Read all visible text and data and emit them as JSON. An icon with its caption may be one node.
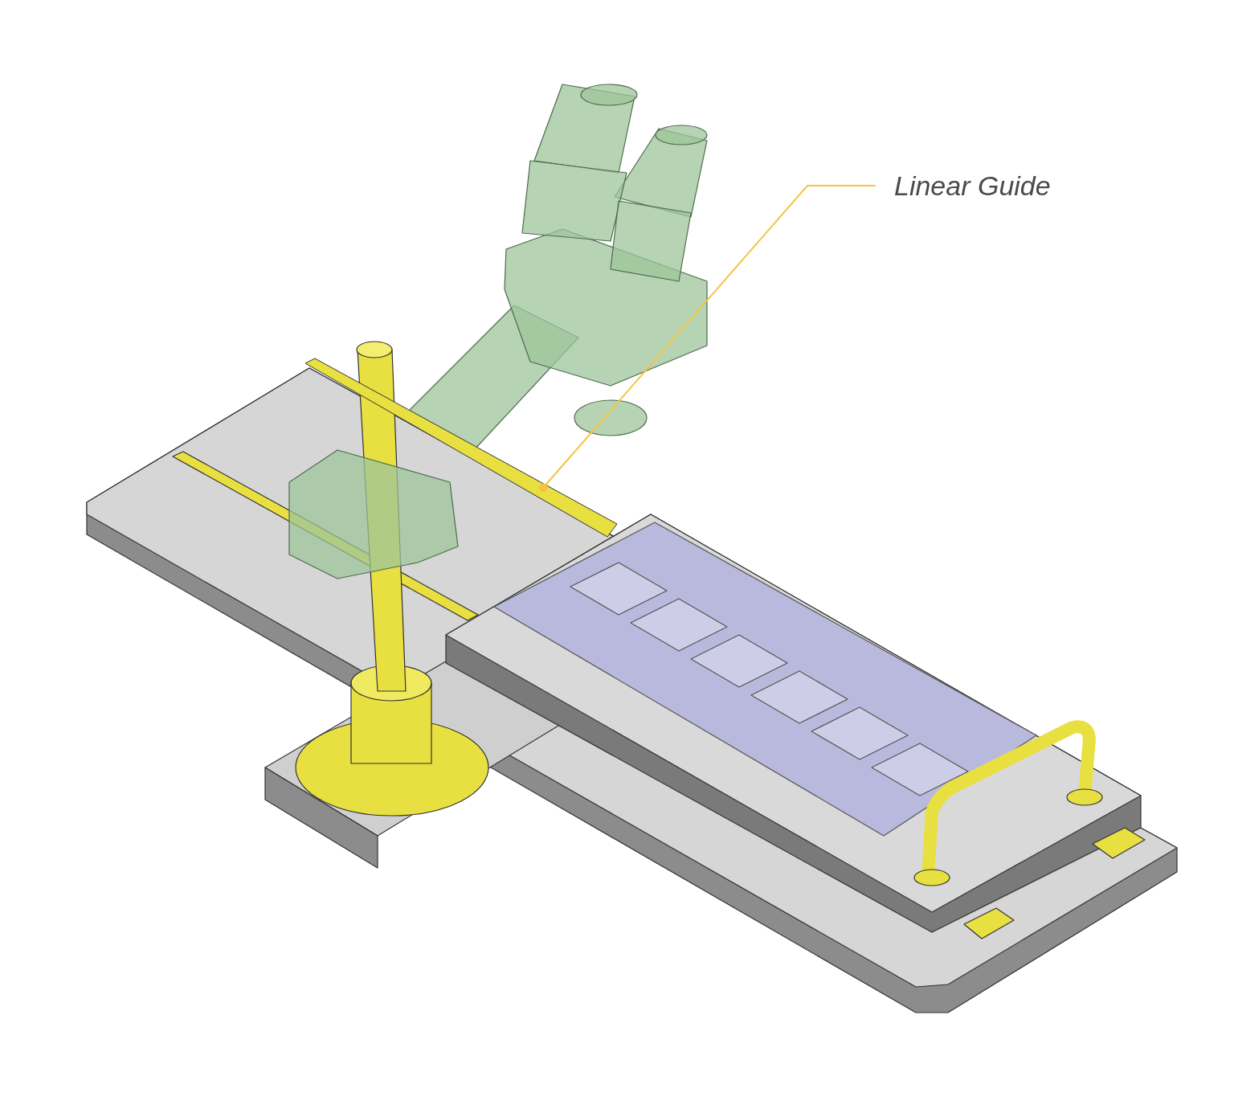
{
  "diagram": {
    "nodes": [
      {
        "text": [
          "Linear Guide"
        ]
      },
      {
        "text": [],
        "shape": "bar"
      }
    ],
    "edges": [
      {
        "from": 0,
        "to": 1,
        "arrow": "other"
      }
    ]
  }
}
